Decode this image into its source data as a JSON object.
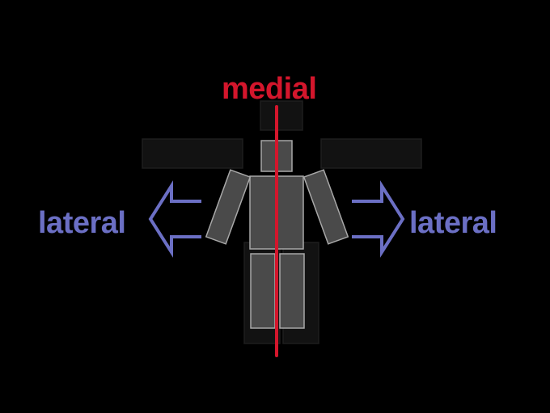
{
  "labels": {
    "medial": "medial",
    "lateral_left": "lateral",
    "lateral_right": "lateral"
  },
  "colors": {
    "background": "#000000",
    "medial": "#d4162c",
    "lateral": "#6b6fc4",
    "body_fill": "#4a4a4a",
    "body_stroke": "#a8a8a8",
    "ghost_fill": "#121212",
    "ghost_stroke": "#1e1e1e"
  },
  "icons": {
    "left_arrow": "arrow-left-outline-icon",
    "right_arrow": "arrow-right-outline-icon"
  }
}
